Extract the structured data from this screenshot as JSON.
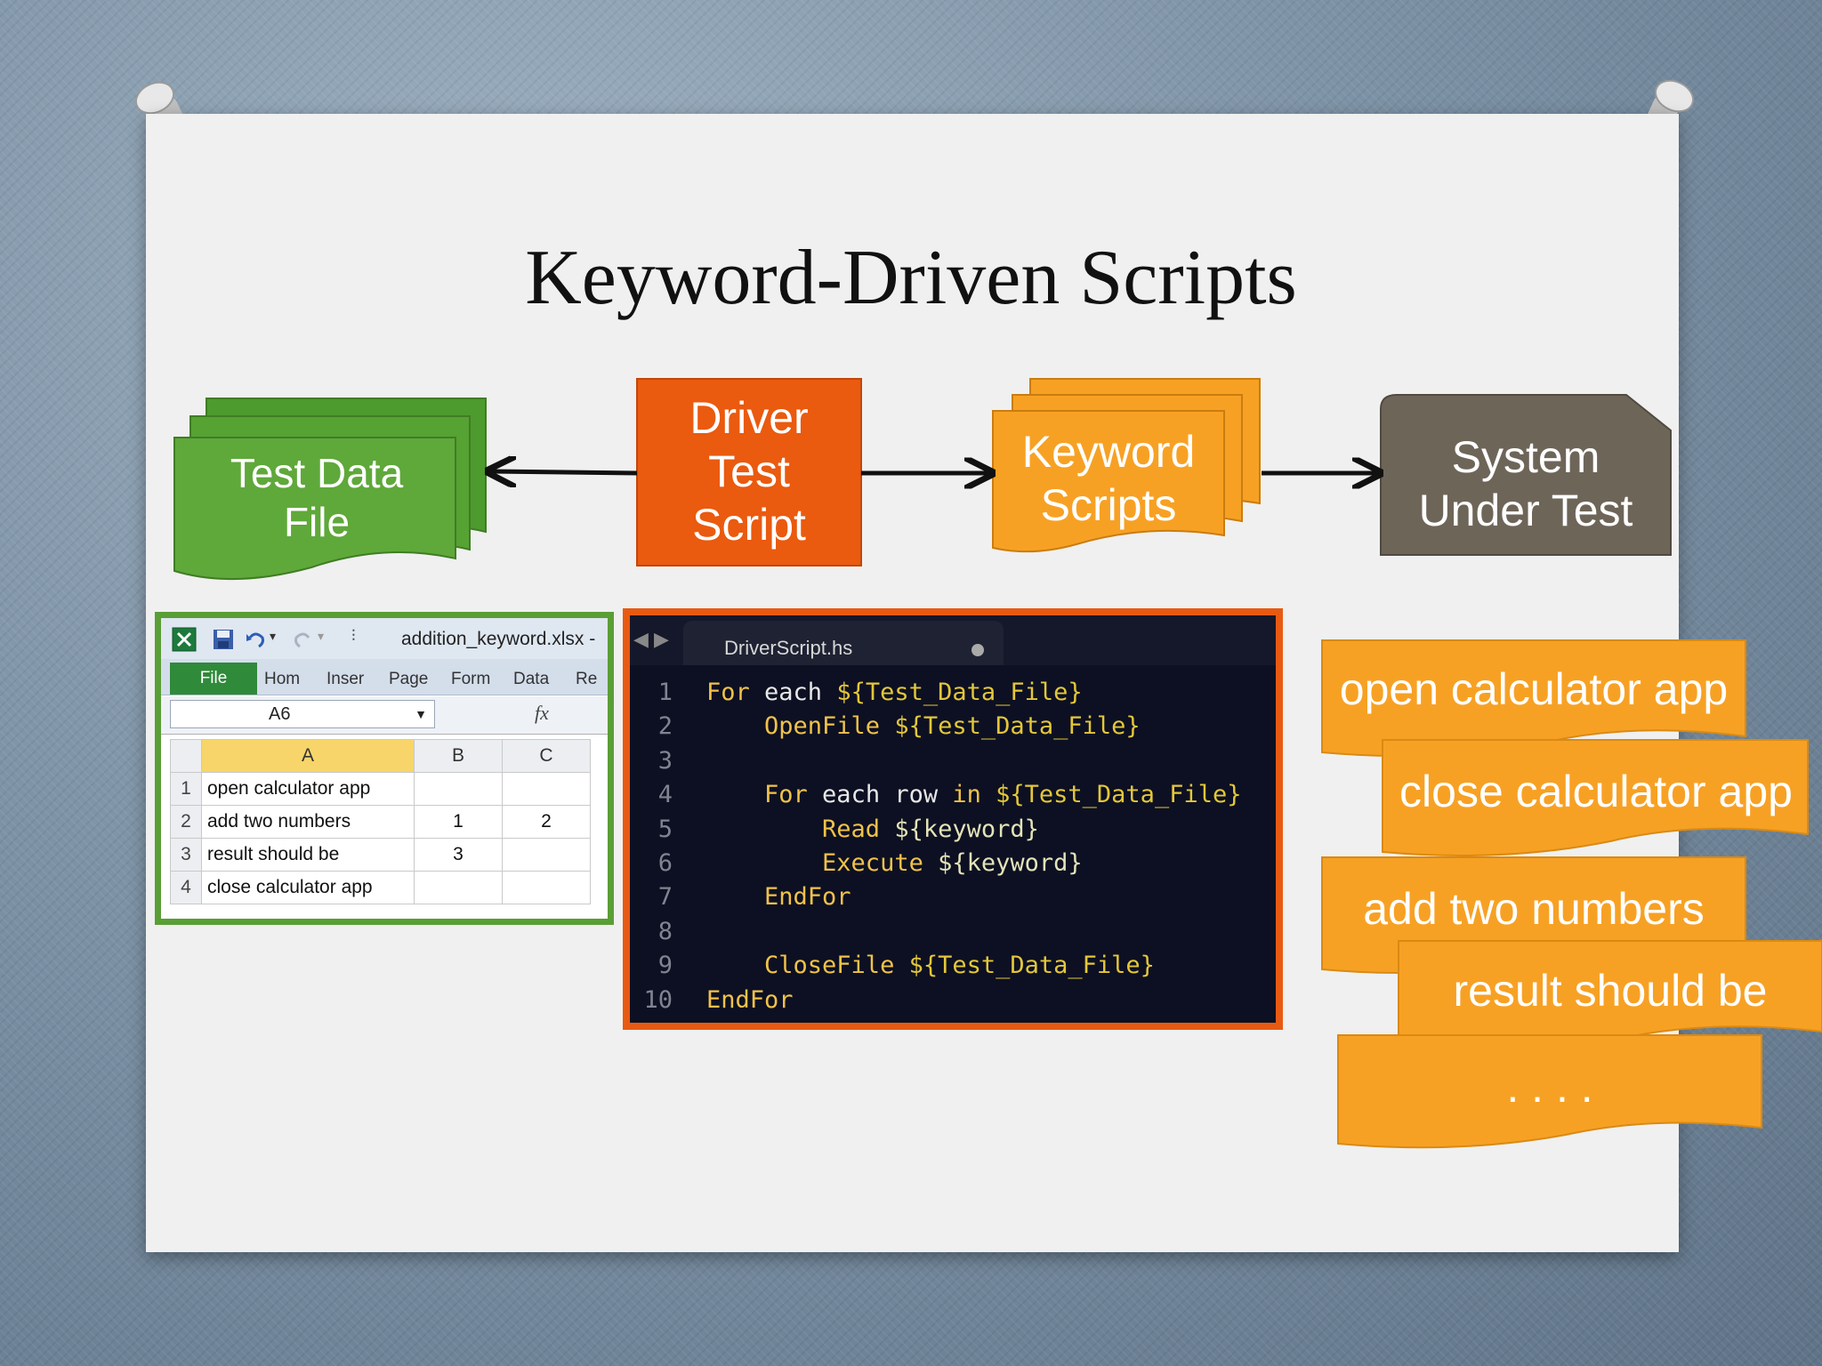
{
  "slide": {
    "title": "Keyword-Driven Scripts"
  },
  "diagram": {
    "test_data_file": "Test Data File",
    "driver_test_script": "Driver Test Script",
    "keyword_scripts": "Keyword Scripts",
    "system_under_test": "System Under Test"
  },
  "excel": {
    "filename": "addition_keyword.xlsx -",
    "file_tab": "File",
    "ribbon_tabs": [
      "Hom",
      "Inser",
      "Page",
      "Form",
      "Data",
      "Re"
    ],
    "name_box": "A6",
    "fx": "fx",
    "columns": [
      "A",
      "B",
      "C"
    ],
    "rows": [
      {
        "n": "1",
        "a": "open calculator app",
        "b": "",
        "c": ""
      },
      {
        "n": "2",
        "a": "add two numbers",
        "b": "1",
        "c": "2"
      },
      {
        "n": "3",
        "a": "result should be",
        "b": "3",
        "c": ""
      },
      {
        "n": "4",
        "a": "close calculator app",
        "b": "",
        "c": ""
      }
    ]
  },
  "editor": {
    "tab_name": "DriverScript.hs",
    "lines": [
      {
        "n": "1",
        "tokens": [
          {
            "t": "For",
            "c": "kw"
          },
          {
            "t": " each ",
            "c": "plain"
          },
          {
            "t": "${Test_Data_File}",
            "c": "var"
          }
        ]
      },
      {
        "n": "2",
        "tokens": [
          {
            "t": "    OpenFile ",
            "c": "kw"
          },
          {
            "t": "${Test_Data_File}",
            "c": "var"
          }
        ]
      },
      {
        "n": "3",
        "tokens": []
      },
      {
        "n": "4",
        "tokens": [
          {
            "t": "    For",
            "c": "kw"
          },
          {
            "t": " each row ",
            "c": "plain"
          },
          {
            "t": "in",
            "c": "kw"
          },
          {
            "t": " ${Test_Data_File}",
            "c": "var"
          }
        ]
      },
      {
        "n": "5",
        "tokens": [
          {
            "t": "        Read ",
            "c": "kw"
          },
          {
            "t": "${keyword}",
            "c": "kw2"
          }
        ]
      },
      {
        "n": "6",
        "tokens": [
          {
            "t": "        Execute ",
            "c": "kw"
          },
          {
            "t": "${keyword}",
            "c": "kw2"
          }
        ]
      },
      {
        "n": "7",
        "tokens": [
          {
            "t": "    EndFor",
            "c": "kw"
          }
        ]
      },
      {
        "n": "8",
        "tokens": []
      },
      {
        "n": "9",
        "tokens": [
          {
            "t": "    CloseFile ",
            "c": "kw"
          },
          {
            "t": "${Test_Data_File}",
            "c": "var"
          }
        ]
      },
      {
        "n": "10",
        "tokens": [
          {
            "t": "EndFor",
            "c": "kw"
          }
        ]
      }
    ]
  },
  "keyword_tags": [
    "open calculator app",
    "close calculator app",
    "add two numbers",
    "result should be",
    ". . . ."
  ],
  "colors": {
    "green": "#5fa83a",
    "orange_driver": "#ea5a0f",
    "orange_keyword": "#f7a124",
    "gray_system": "#6e6559",
    "editor_bg": "#0d1022"
  }
}
